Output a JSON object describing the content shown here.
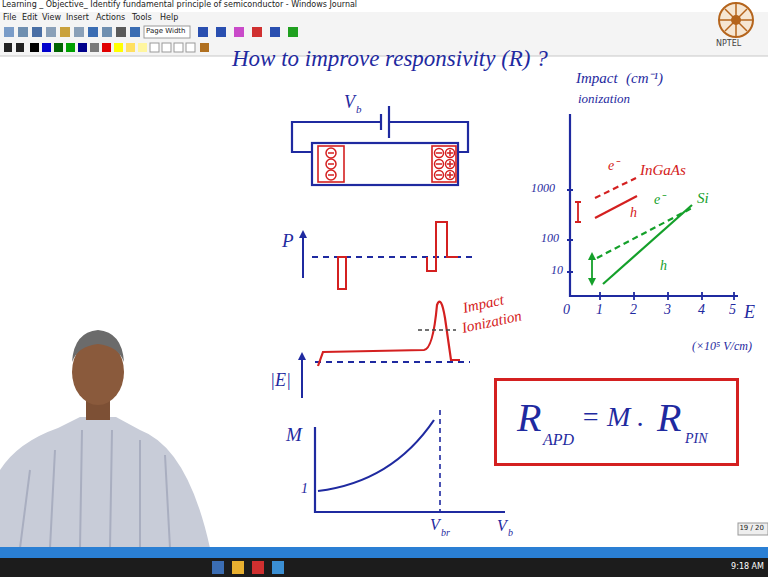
{
  "diagram": {
    "title": "How to improve responsivity (R) ?",
    "nodes": [
      {
        "text": [
          "R",
          "APD",
          "= M .",
          "R",
          "PIN"
        ]
      }
    ],
    "labels": [
      "Learning _ Objective_ Identify fundamental principle of semiconductor - Windows Journal",
      "File",
      "Edit",
      "View",
      "Insert",
      "Actions",
      "Tools",
      "Help",
      "Page Width",
      "NPTEL",
      "V",
      "b",
      "P",
      "|E|",
      "Impact",
      "Ionization",
      "M",
      "1",
      "V",
      "b",
      "V",
      "br",
      "Impact",
      "ionization",
      "(cm⁻¹)",
      "1000",
      "100",
      "10",
      "0",
      "1",
      "2",
      "3",
      "4",
      "5",
      "E",
      "(×10⁵ V/cm)",
      "e⁻",
      "InGaAs",
      "h",
      "e⁻",
      "Si",
      "h",
      "19 / 20",
      "9:18 AM"
    ]
  }
}
